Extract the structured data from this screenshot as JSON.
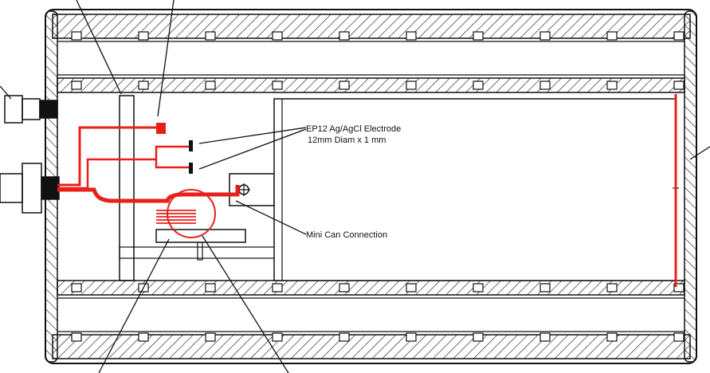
{
  "diagram": {
    "labels": {
      "electrode_line1": "EP12 Ag/AgCl Electrode",
      "electrode_line2": "12mm Diam x 1 mm",
      "mini_can": "Mini Can Connection"
    },
    "colors": {
      "wire": "#e8201a",
      "outline": "#111111",
      "hatch": "#222222",
      "background": "#ffffff"
    }
  }
}
